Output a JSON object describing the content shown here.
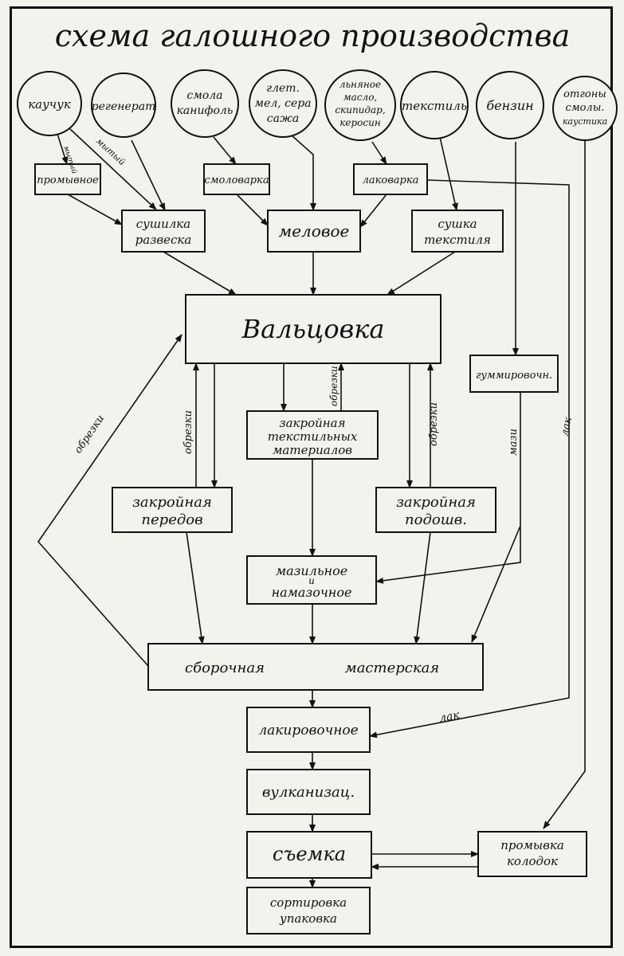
{
  "title": "схема галошного производства",
  "sources": [
    {
      "id": "kauchuk",
      "lines": [
        "каучук"
      ]
    },
    {
      "id": "regenerat",
      "lines": [
        "регенерат"
      ]
    },
    {
      "id": "smola",
      "lines": [
        "смола",
        "канифоль"
      ]
    },
    {
      "id": "glet",
      "lines": [
        "глет.",
        "мел, сера",
        "сажа"
      ]
    },
    {
      "id": "maslo",
      "lines": [
        "льняное",
        "масло,",
        "скипидар,",
        "керосин"
      ]
    },
    {
      "id": "tekstil",
      "lines": [
        "текстиль"
      ]
    },
    {
      "id": "benzin",
      "lines": [
        "бензин"
      ]
    },
    {
      "id": "otgony",
      "lines": [
        "отгоны",
        "смолы.",
        "каустика"
      ]
    }
  ],
  "boxes": [
    {
      "id": "promyvnoe",
      "lines": [
        "промывное"
      ]
    },
    {
      "id": "smolovarka",
      "lines": [
        "смоловарка"
      ]
    },
    {
      "id": "lakovarka",
      "lines": [
        "лаковарка"
      ]
    },
    {
      "id": "sushilka",
      "lines": [
        "сушилка",
        "развеска"
      ]
    },
    {
      "id": "melovoe",
      "lines": [
        "меловое"
      ]
    },
    {
      "id": "sushka",
      "lines": [
        "сушка",
        "текстиля"
      ]
    },
    {
      "id": "valtsovka",
      "lines": [
        "Вальцовка"
      ]
    },
    {
      "id": "gummirovoch",
      "lines": [
        "гуммировочн."
      ]
    },
    {
      "id": "zakr_tekst",
      "lines": [
        "закройная",
        "текстильных",
        "материалов"
      ]
    },
    {
      "id": "zakr_pered",
      "lines": [
        "закройная",
        "передов"
      ]
    },
    {
      "id": "zakr_podosh",
      "lines": [
        "закройная",
        "подошв."
      ]
    },
    {
      "id": "mazilnoe",
      "lines": [
        "мазильное",
        "и",
        "намазочное"
      ]
    },
    {
      "id": "sborochnaya",
      "lines": [
        "сборочная",
        "мастерская"
      ]
    },
    {
      "id": "lakirovochnoe",
      "lines": [
        "лакировочное"
      ]
    },
    {
      "id": "vulkanizats",
      "lines": [
        "вулканизац."
      ]
    },
    {
      "id": "semka",
      "lines": [
        "съемка"
      ]
    },
    {
      "id": "promyvka",
      "lines": [
        "промывка",
        "колодок"
      ]
    },
    {
      "id": "sortirovka",
      "lines": [
        "сортировка",
        "упаковка"
      ]
    }
  ],
  "edge_labels": [
    {
      "id": "lbl_mytyi1",
      "text": "мытый"
    },
    {
      "id": "lbl_mytyi2",
      "text": "мытый"
    },
    {
      "id": "lbl_obrezki_left",
      "text": "обрезки"
    },
    {
      "id": "lbl_obrezki_pered",
      "text": "обрезки"
    },
    {
      "id": "lbl_obrezki_tekst",
      "text": "обрезки"
    },
    {
      "id": "lbl_obrezki_podosh",
      "text": "обрезки"
    },
    {
      "id": "lbl_mazi",
      "text": "мази"
    },
    {
      "id": "lbl_lak1",
      "text": "лак"
    },
    {
      "id": "lbl_lak2",
      "text": "лак"
    }
  ]
}
